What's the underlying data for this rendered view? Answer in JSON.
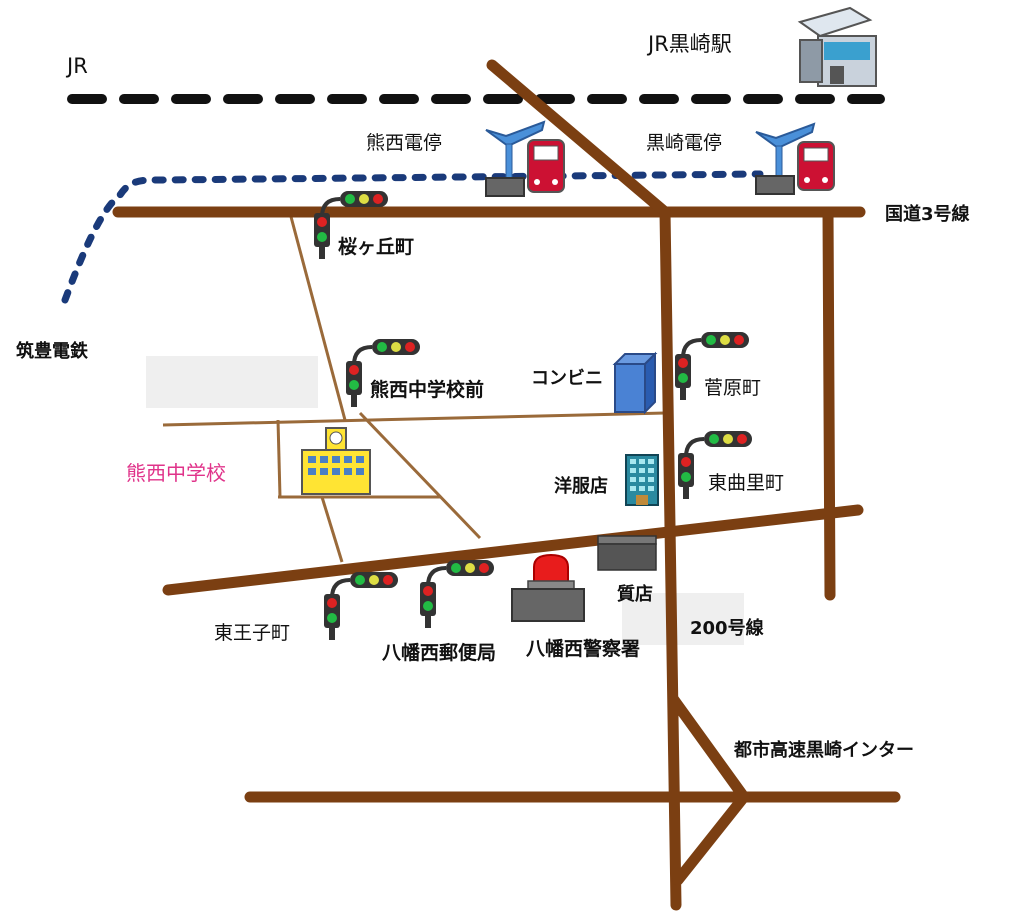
{
  "labels": {
    "jr": "JR",
    "jr_kurosaki_station": "JR黒崎駅",
    "kumanishi_stop": "熊西電停",
    "kurosaki_stop": "黒崎電停",
    "route3": "国道3号線",
    "sakuragaoka": "桜ヶ丘町",
    "chikuho": "筑豊電鉄",
    "kumanishi_jhs_mae": "熊西中学校前",
    "convenience": "コンビニ",
    "sugawara": "菅原町",
    "kumanishi_jhs": "熊西中学校",
    "clothing": "洋服店",
    "higashi_magari": "東曲里町",
    "pawn": "質店",
    "route200": "200号線",
    "higashi_ouji": "東王子町",
    "yahata_post": "八幡西郵便局",
    "yahata_police": "八幡西警察署",
    "toshi_kousoku": "都市高速黒崎インター"
  },
  "colors": {
    "road": "#7b3f12",
    "minor_road": "#9a6a3a",
    "jr_line": "#111111",
    "tram_line": "#1a3a7a",
    "school_label": "#e0338a",
    "signal_green": "#22bb44",
    "signal_red": "#dd2222"
  },
  "icons": [
    "station-icon",
    "tram-stop-icon",
    "train-icon",
    "traffic-signal-icon",
    "school-icon",
    "convenience-store-icon",
    "office-building-icon",
    "pawn-shop-icon",
    "police-siren-icon"
  ]
}
